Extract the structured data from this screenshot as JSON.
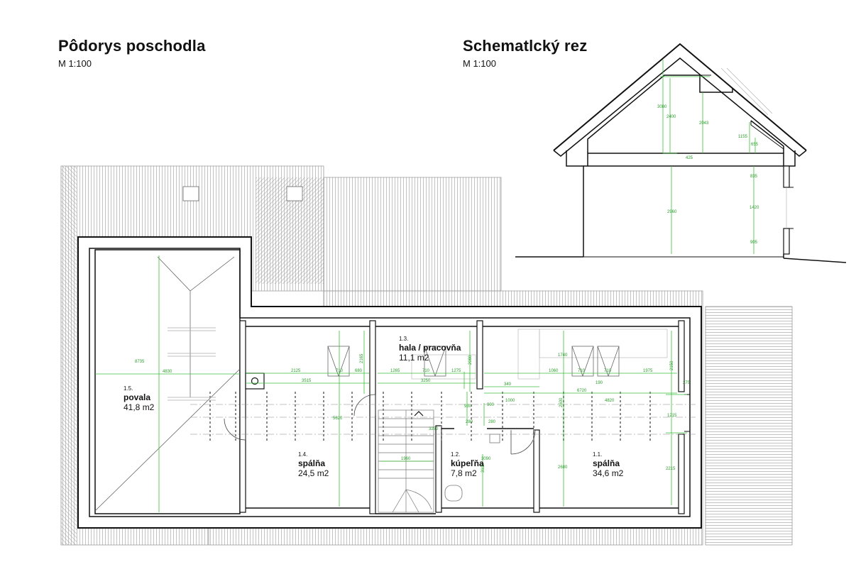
{
  "plan": {
    "title": "Pôdorys poschodla",
    "scale": "M 1:100"
  },
  "section": {
    "title": "Schematlcký rez",
    "scale": "M 1:100"
  },
  "rooms": {
    "r11": {
      "number": "1.1.",
      "name": "spálňa",
      "area": "34,6 m2"
    },
    "r12": {
      "number": "1.2.",
      "name": "kúpeľňa",
      "area": "7,8 m2"
    },
    "r13": {
      "number": "1.3.",
      "name": "hala / pracovňa",
      "area": "11,1 m2"
    },
    "r14": {
      "number": "1.4.",
      "name": "spálňa",
      "area": "24,5 m2"
    },
    "r15": {
      "number": "1.5.",
      "name": "povala",
      "area": "41,8 m2"
    }
  },
  "dimensions": {
    "plan": {
      "d8735": "8735",
      "d4830": "4830",
      "d2125": "2125",
      "d710a": "710",
      "d680": "680",
      "d3515": "3515",
      "d2165": "2165",
      "d1265": "1265",
      "d710b": "710",
      "d1275": "1275",
      "d3250a": "3250",
      "d2080": "2080",
      "d1740": "1740",
      "d1060": "1060",
      "d710c": "710",
      "d710d": "710",
      "d190": "190",
      "d1975": "1975",
      "d2150": "2150",
      "d275": "275",
      "d340": "340",
      "d6720": "6720",
      "d1000": "1000",
      "d2500": "2500",
      "d4820": "4820",
      "d930": "930",
      "d900": "900",
      "d280a": "280",
      "d280b": "280",
      "d1215": "1215",
      "d5620": "5620",
      "d3250b": "3250",
      "d1960": "1960",
      "d3090": "3090",
      "d3130": "3130",
      "d2680": "2680",
      "d2215": "2215"
    },
    "section": {
      "s3080": "3080",
      "s2400": "2400",
      "s2043": "2043",
      "s1155": "1155",
      "s655": "655",
      "s425": "425",
      "s835": "835",
      "s2960": "2960",
      "s1420": "1420",
      "s905": "905"
    }
  }
}
